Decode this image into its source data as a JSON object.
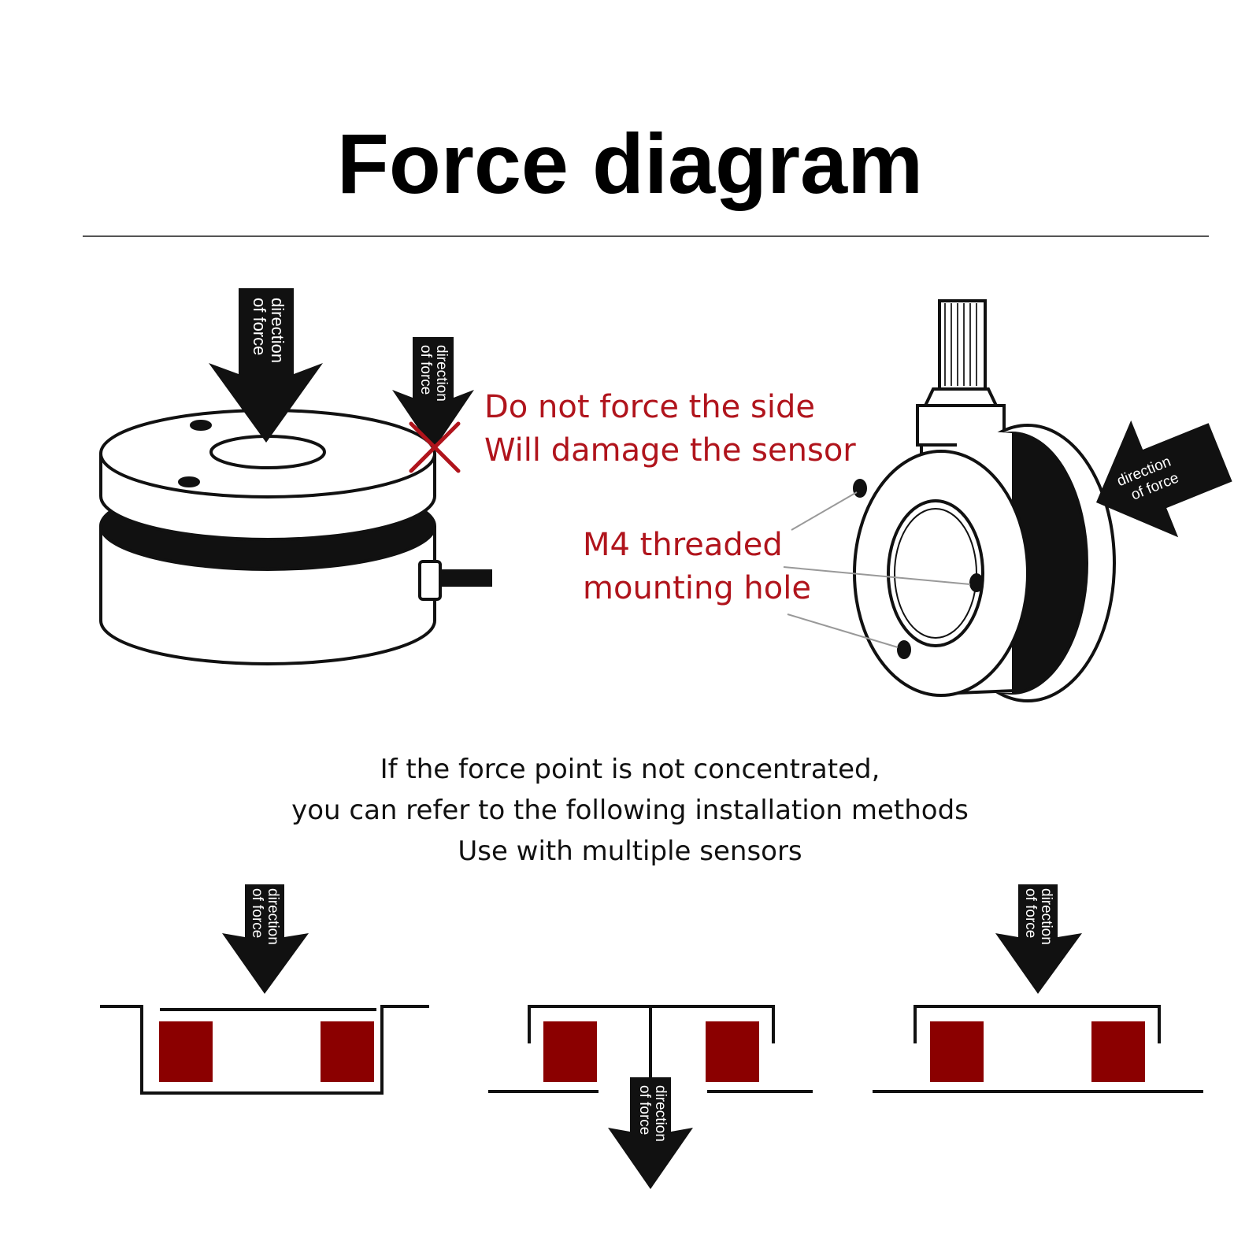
{
  "title": "Force diagram",
  "arrow_label": {
    "line1": "direction",
    "line2": "of force"
  },
  "warning": {
    "line1": "Do not force the side",
    "line2": "Will damage the sensor"
  },
  "mounting_label": {
    "line1": "M4 threaded",
    "line2": "mounting hole"
  },
  "installation_note": {
    "line1": "If the force point is not concentrated,",
    "line2": "you can refer to the following installation methods",
    "line3": "Use with multiple sensors"
  },
  "colors": {
    "warning_text": "#b0141c",
    "sensor_block": "#8b0000",
    "outline": "#111111"
  }
}
